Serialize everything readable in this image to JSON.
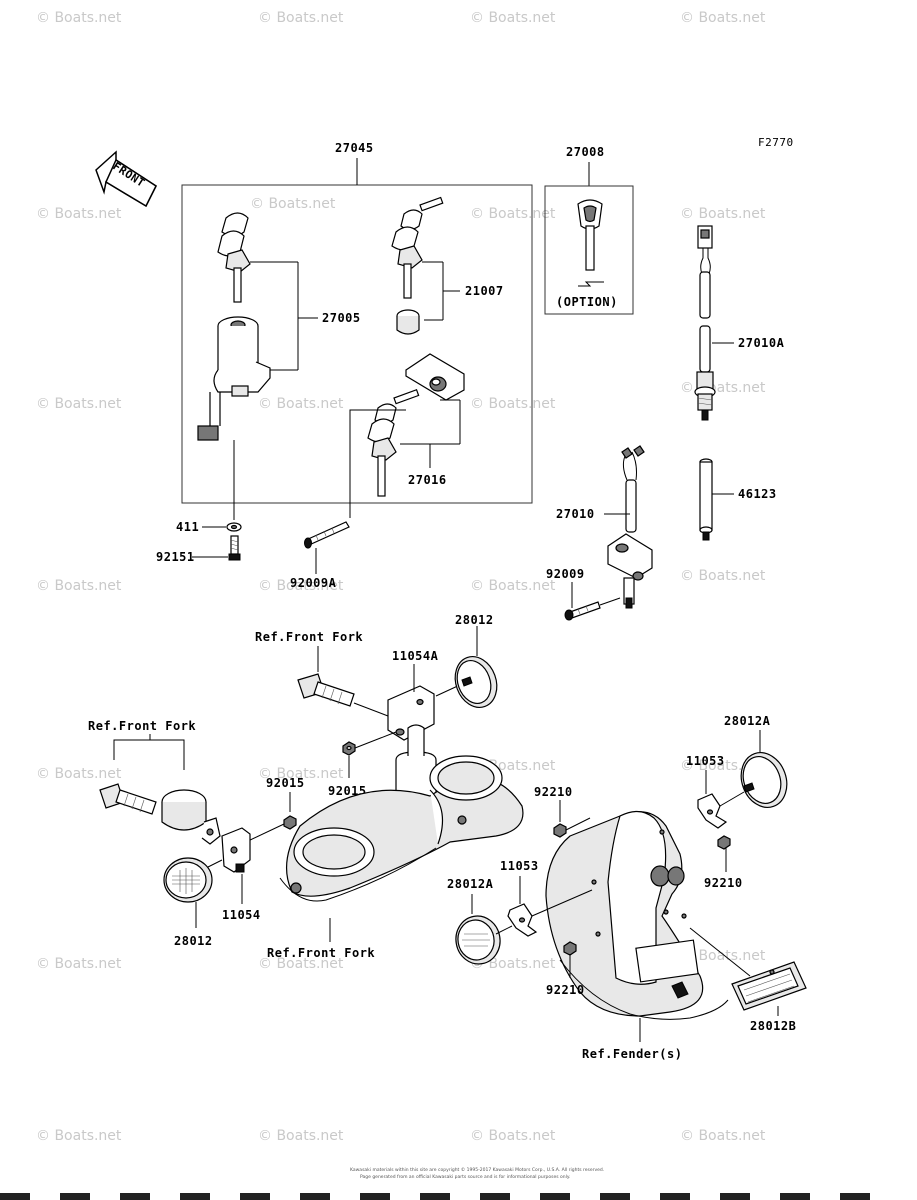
{
  "figure_code": "F2770",
  "front_arrow_label": "FRONT",
  "option_label": "(OPTION)",
  "watermark": "© Boats.net",
  "footer_lines": [
    "Kawasaki materials within this site are copyright © 1995-2017 Kawasaki Motors Corp., U.S.A. All rights reserved.",
    "Page generated from an official Kawasaki parts source and is for informational purposes only."
  ],
  "parts": {
    "p27045": "27045",
    "p27008": "27008",
    "p27005": "27005",
    "p21007": "21007",
    "p27016": "27016",
    "p27010A": "27010A",
    "p46123": "46123",
    "p27010": "27010",
    "p92009": "92009",
    "p411": "411",
    "p92151": "92151",
    "p92009A": "92009A",
    "p28012_top": "28012",
    "p11054A": "11054A",
    "p92015_center": "92015",
    "p92015_left": "92015",
    "p11054": "11054",
    "p28012_bottom": "28012",
    "p28012A_right": "28012A",
    "p11053_top": "11053",
    "p92210_left": "92210",
    "p92210_right": "92210",
    "p11053_mid": "11053",
    "p28012A_left": "28012A",
    "p92210_bottom": "92210",
    "p28012B": "28012B"
  },
  "references": {
    "front_fork_top": "Ref.Front Fork",
    "front_fork_left": "Ref.Front Fork",
    "front_fork_bottom": "Ref.Front Fork",
    "fender": "Ref.Fender(s)"
  }
}
